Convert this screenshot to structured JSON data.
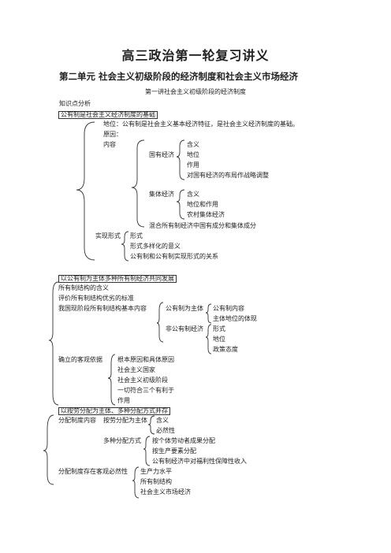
{
  "header": {
    "title": "高三政治第一轮复习讲义",
    "unit": "第二单元 社会主义初级阶段的经济制度和社会主义市场经济",
    "lecture": "第一讲社会主义初级阶段的经济制度",
    "section_label": "知识点分析"
  },
  "topic1": {
    "box": "公有制是社会主义经济制度的基础",
    "status": "地位：公有制是社会主义基本经济特征，是社会主义经济制度的基础。",
    "reason": "原因：",
    "content": "内容",
    "state_owned": "国有经济",
    "state_items": [
      "含义",
      "地位",
      "作用",
      "对国有经济的布局作战略调整"
    ],
    "collective": "集体经济",
    "collective_items": [
      "含义",
      "地位和作用",
      "农村集体经济"
    ],
    "mixed": "混合所有制经济中国有成分和集体成分",
    "forms": "实现形式",
    "forms_items": [
      "形式",
      "形式多样化的意义",
      "公有制和公有制实现形式的关系"
    ]
  },
  "topic2": {
    "box": "以公有制为主体多种所有制经济共同发展",
    "line1": "所有制结构的含义",
    "line2": "评价所有制结构优劣的标准",
    "line3": "我国现阶段所有制结构基本内容",
    "public_main": "公有制为主体",
    "public_items": [
      "公有制内容",
      "主体地位的体现"
    ],
    "nonpublic": "非公有制经济",
    "nonpublic_items": [
      "形式",
      "地位",
      "政策态度"
    ],
    "basis": "确立的客观依据",
    "basis_items": [
      "根本原因和具体原因",
      "社会主义国家",
      "社会主义初级阶段",
      "一切符合三个有利于",
      "作用"
    ]
  },
  "topic3": {
    "box": "以按劳分配为主体、多种分配方式并存",
    "dist_content": "分配制度内容",
    "labor_main": "按劳分配为主体",
    "labor_items": [
      "含义",
      "必然性"
    ],
    "multi": "多种分配方式",
    "multi_items": [
      "按个体劳动者成果分配",
      "按生产要素分配",
      "公有制经济中对福利性保障性收入"
    ],
    "necessity": "分配制度存在客观必然性",
    "necessity_items": [
      "生产力水平",
      "所有制结构",
      "社会主义市场经济"
    ]
  }
}
